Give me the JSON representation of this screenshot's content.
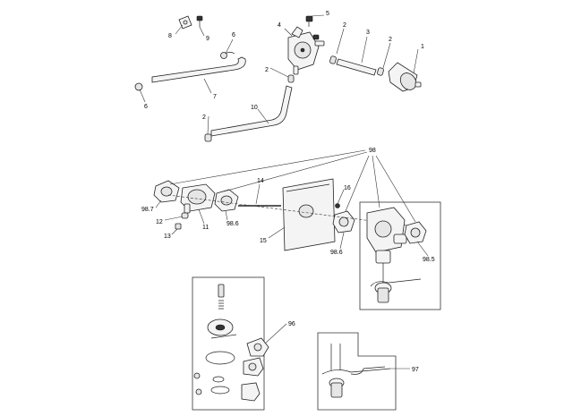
{
  "callouts": {
    "c1": "1",
    "c2a": "2",
    "c2b": "2",
    "c2c": "2",
    "c2d": "2",
    "c3": "3",
    "c4": "4",
    "c5": "5",
    "c6a": "6",
    "c6b": "6",
    "c7": "7",
    "c8": "8",
    "c9": "9",
    "c10": "10",
    "c11": "11",
    "c12": "12",
    "c13": "13",
    "c14": "14",
    "c15": "15",
    "c16": "16",
    "c96": "96",
    "c97": "97",
    "c98": "98",
    "c98_5": "98.5",
    "c98_6a": "98.6",
    "c98_6b": "98.6",
    "c98_7": "98.7"
  }
}
